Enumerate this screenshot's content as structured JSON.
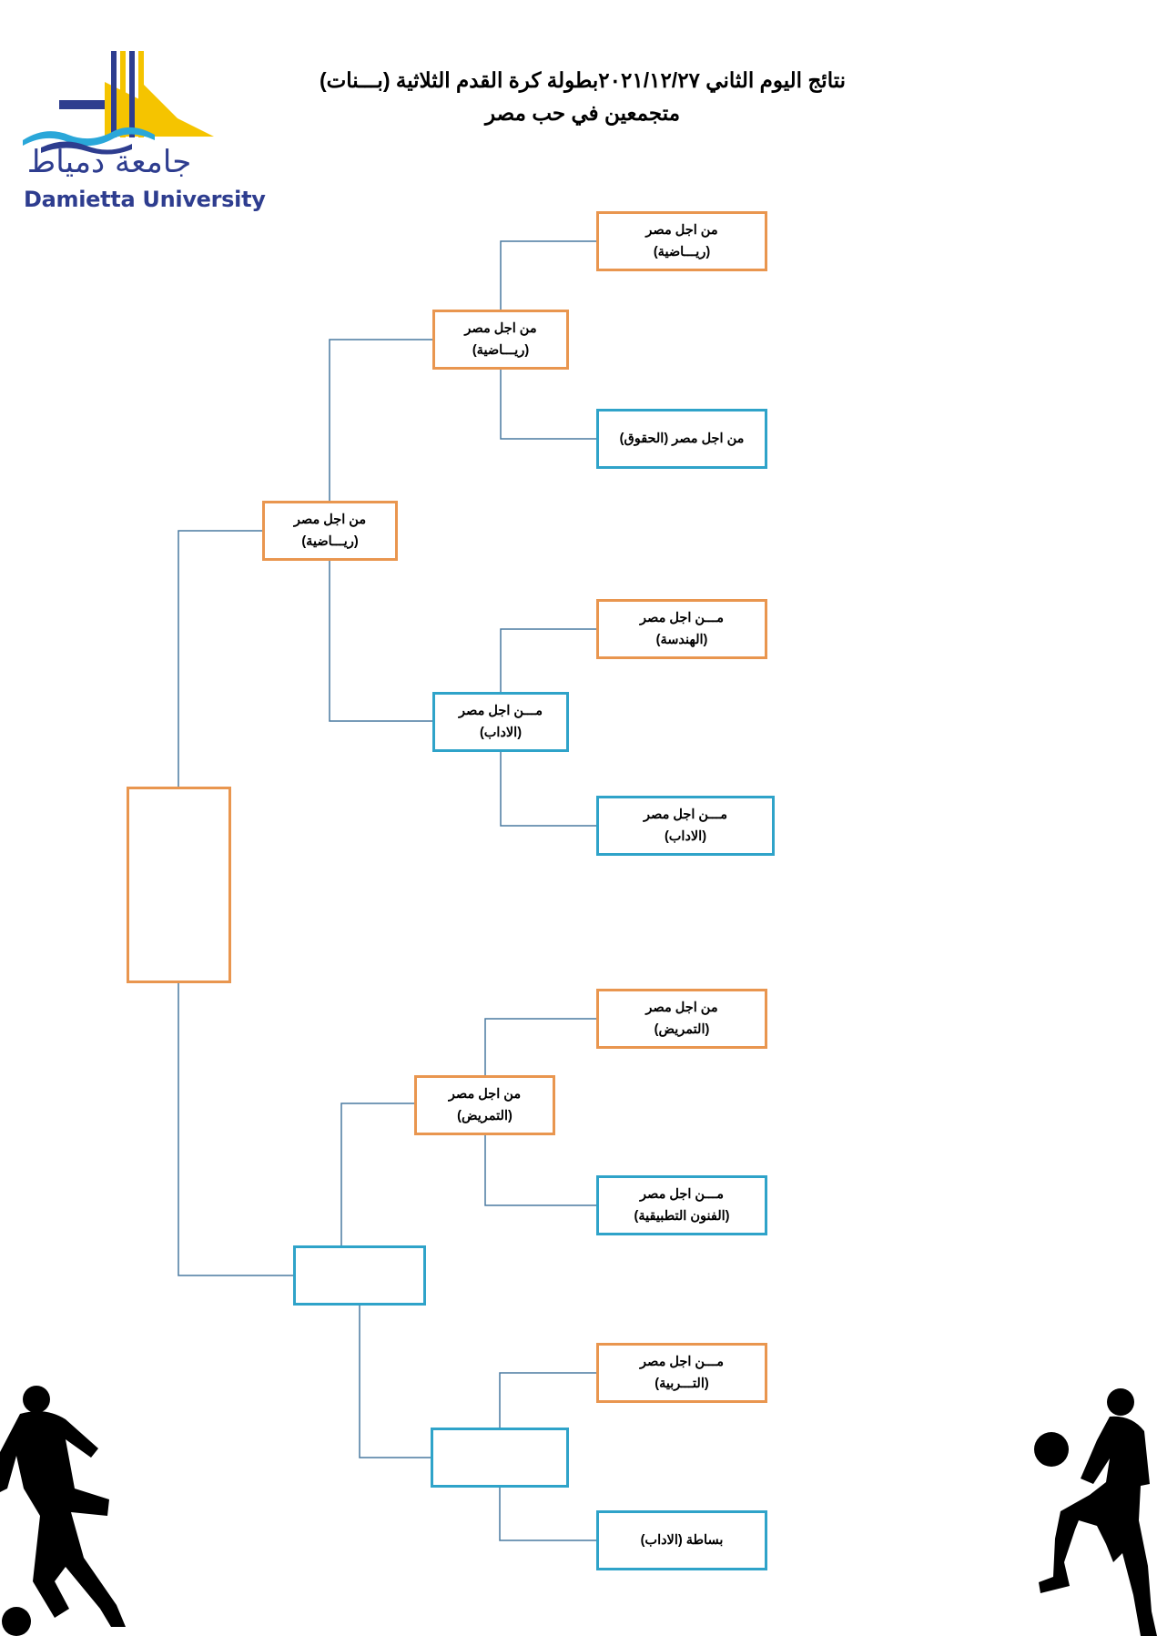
{
  "header": {
    "line1": "نتائج اليوم الثاني ٢٠٢١/١٢/٢٧بطولة كرة القدم الثلاثية (بـــنات)",
    "line2": "متجمعين في حب مصر"
  },
  "logo": {
    "arabic_name": "جامعة دمياط",
    "english_name": "Damietta University"
  },
  "colors": {
    "winner_border": "#e9964f",
    "other_border": "#2fa3c9",
    "connector": "#4a7aa0"
  },
  "bracket": {
    "round1": [
      {
        "line1": "من اجل مصر",
        "line2": "(ريـــاضية)",
        "color": "orange"
      },
      {
        "line1": "من اجل مصر (الحقوق)",
        "line2": "",
        "color": "blue"
      },
      {
        "line1": "مـــن اجل مصر",
        "line2": "(الهندسة)",
        "color": "orange"
      },
      {
        "line1": "مـــن اجل مصر",
        "line2": "(الاداب)",
        "color": "blue"
      },
      {
        "line1": "من اجل مصر",
        "line2": "(التمريض)",
        "color": "orange"
      },
      {
        "line1": "مـــن اجل مصر",
        "line2": "(الفنون التطبيقية)",
        "color": "blue"
      },
      {
        "line1": "مـــن اجل مصر",
        "line2": "(التـــربية)",
        "color": "orange"
      },
      {
        "line1": "بساطة (الاداب)",
        "line2": "",
        "color": "blue"
      }
    ],
    "round2": [
      {
        "line1": "من اجل مصر",
        "line2": "(ريـــاضية)",
        "color": "orange"
      },
      {
        "line1": "مـــن اجل مصر",
        "line2": "(الاداب)",
        "color": "blue"
      },
      {
        "line1": "من اجل مصر",
        "line2": "(التمريض)",
        "color": "orange"
      },
      {
        "line1": "",
        "line2": "",
        "color": "blue"
      }
    ],
    "semifinal": [
      {
        "line1": "من اجل مصر",
        "line2": "(ريـــاضية)",
        "color": "orange"
      },
      {
        "line1": "",
        "line2": "",
        "color": "blue"
      }
    ],
    "final": {
      "line1": "",
      "line2": "",
      "color": "orange"
    }
  }
}
